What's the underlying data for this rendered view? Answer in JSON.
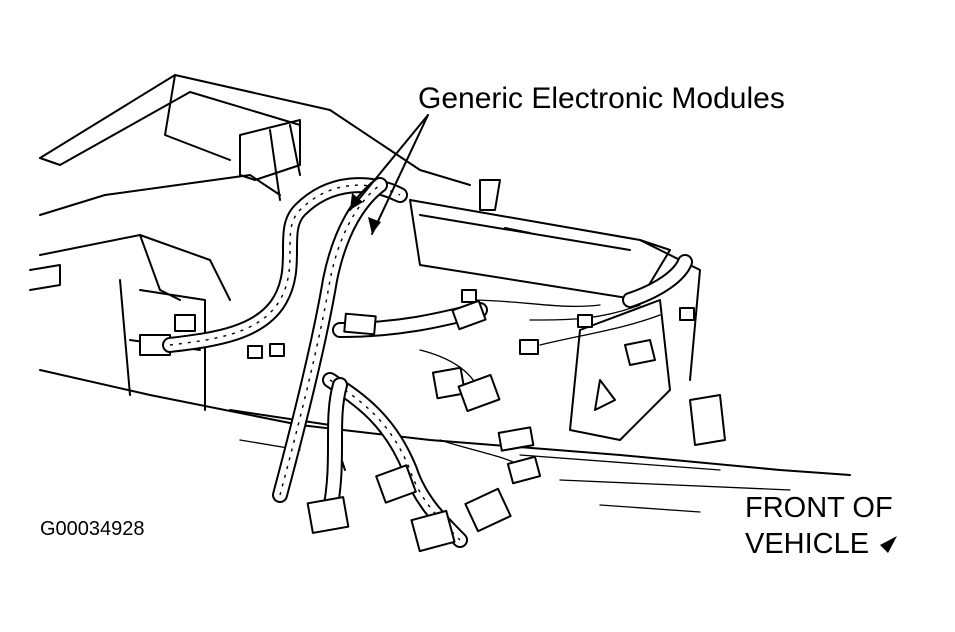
{
  "diagram": {
    "callout_label": "Generic Electronic Modules",
    "figure_id": "G00034928",
    "orientation_line1": "FRONT OF",
    "orientation_line2": "VEHICLE",
    "orientation_icon": "direction-arrow-icon"
  }
}
